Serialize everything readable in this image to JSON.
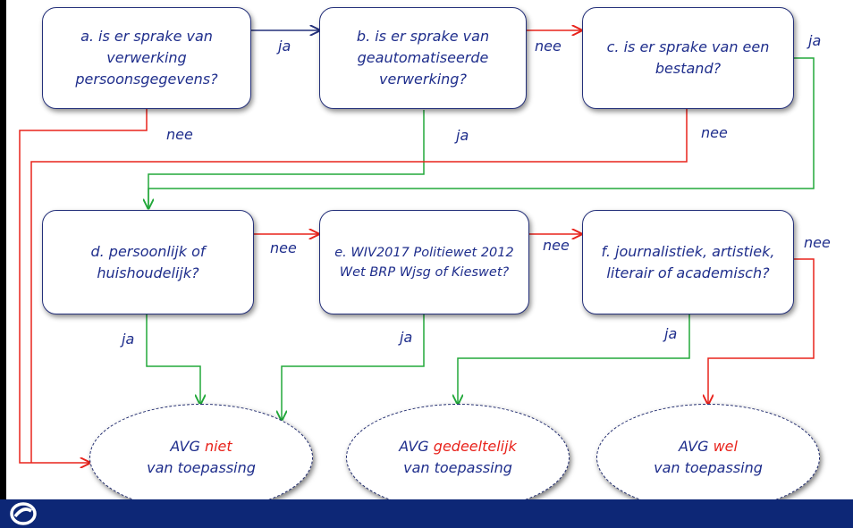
{
  "boxes": {
    "a": "a. is er sprake van verwerking persoonsgegevens?",
    "b": "b. is er sprake van geautomatiseerde verwerking?",
    "c": "c. is er sprake van een bestand?",
    "d": "d. persoonlijk of huishoudelijk?",
    "e": "e. WIV2017 Politiewet 2012 Wet BRP Wjsg of Kieswet?",
    "f": "f. journalistiek, artistiek, literair of academisch?"
  },
  "outcomes": {
    "niet": {
      "pre": "AVG ",
      "highlight": "niet",
      "post": " van toepassing"
    },
    "gedeeltelijk": {
      "pre": "AVG ",
      "highlight": "gedeeltelijk",
      "post": " van toepassing"
    },
    "wel": {
      "pre": "AVG ",
      "highlight": "wel",
      "post": " van toepassing"
    }
  },
  "labels": {
    "a_b": "ja",
    "b_c": "nee",
    "c_ja": "ja",
    "a_nee": "nee",
    "b_ja": "ja",
    "c_nee": "nee",
    "d_e": "nee",
    "e_f": "nee",
    "f_nee": "nee",
    "d_ja": "ja",
    "e_ja": "ja",
    "f_ja": "ja"
  },
  "colors": {
    "ja": "#22a83a",
    "nee": "#e8231c",
    "flow": "#24307a",
    "footer": "#0d2776"
  }
}
